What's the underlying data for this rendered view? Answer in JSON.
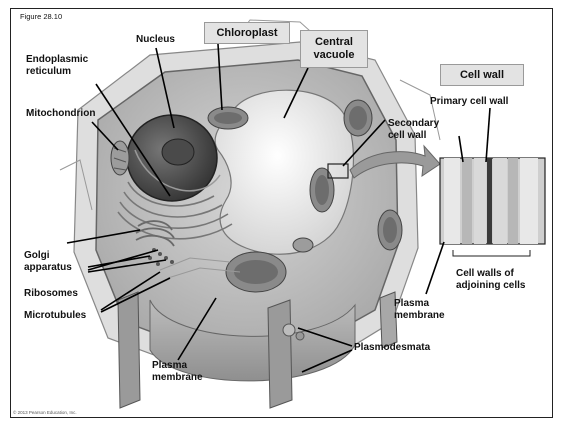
{
  "figure_label": "Figure 28.10",
  "copyright": "© 2013 Pearson Education, Inc.",
  "labels": {
    "nucleus": "Nucleus",
    "chloroplast": "Chloroplast",
    "central_vacuole": "Central\nvacuole",
    "endoplasmic_reticulum": "Endoplasmic\nreticulum",
    "mitochondrion": "Mitochondrion",
    "cell_wall": "Cell wall",
    "primary_cell_wall": "Primary cell wall",
    "secondary_cell_wall": "Secondary\ncell wall",
    "golgi_apparatus": "Golgi\napparatus",
    "ribosomes": "Ribosomes",
    "microtubules": "Microtubules",
    "cell_walls_adjoining": "Cell walls of\nadjoining cells",
    "plasma_membrane_right": "Plasma\nmembrane",
    "plasmodesmata": "Plasmodesmata",
    "plasma_membrane_bottom": "Plasma\nmembrane"
  },
  "colors": {
    "cell_wall": "#d9d9d9",
    "cytoplasm": "#c9c9c9",
    "vacuole": "#eeeeee",
    "nucleus": "#5a5a5a",
    "chloroplast": "#8a8a8a",
    "label_box": "#e3e3e3"
  }
}
